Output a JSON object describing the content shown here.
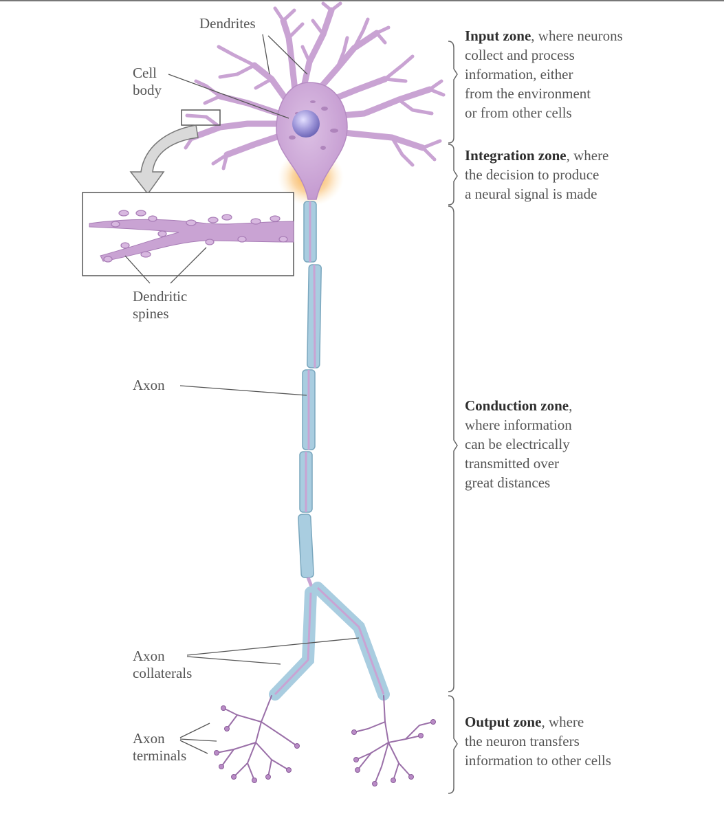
{
  "labels": {
    "dendrites": "Dendrites",
    "cell_body": [
      "Cell",
      "body"
    ],
    "dendritic_spines": [
      "Dendritic",
      "spines"
    ],
    "axon": "Axon",
    "axon_collaterals": [
      "Axon",
      "collaterals"
    ],
    "axon_terminals": [
      "Axon",
      "terminals"
    ]
  },
  "zones": [
    {
      "name": "Input zone",
      "desc_first": ", where neurons",
      "desc_lines": [
        "collect and process",
        "information, either",
        "from the environment",
        "or from other cells"
      ]
    },
    {
      "name": "Integration zone",
      "desc_first": ", where",
      "desc_lines": [
        "the decision to produce",
        "a neural signal is made"
      ]
    },
    {
      "name": "Conduction zone",
      "desc_first": ",",
      "desc_lines": [
        "where information",
        "can be electrically",
        "transmitted over",
        "great distances"
      ]
    },
    {
      "name": "Output zone",
      "desc_first": ", where",
      "desc_lines": [
        "the neuron transfers",
        "information to other cells"
      ]
    }
  ],
  "colors": {
    "cell": "#c9a3d3",
    "cell_stroke": "#9a6fa8",
    "nucleus": "#8f86cc",
    "myelin": "#a9cde0",
    "hillock_glow": "#f7a93a",
    "leader": "#555555",
    "bracket": "#666666"
  }
}
